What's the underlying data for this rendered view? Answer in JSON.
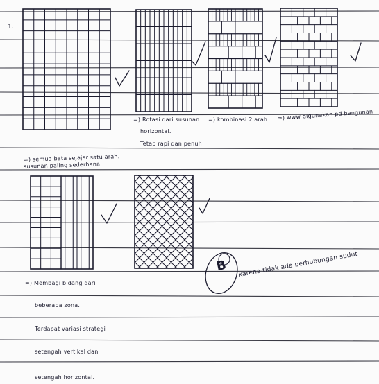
{
  "page": {
    "number": "1.",
    "captions": [
      "=) Rotasi dari susunan",
      "horizontal.",
      "Tetap rapi dan penuh",
      "=) kombinasi 2 arah.",
      "=) www digunakan pd bangunan",
      "=) semua bata sejajar satu arah.",
      "susunan paling sederhana",
      "=) Membagi bidang dari",
      "beberapa zona.",
      "Terdapat variasi strategi",
      "setengah vertikal dan",
      "setengah horizontal.",
      "karena tidak ada perhubungan sudut"
    ],
    "grade_mark": "B",
    "colors": {
      "ink": "#1b1b2e",
      "paper": "#fbfbfb",
      "rule": "#3a3a44"
    }
  }
}
